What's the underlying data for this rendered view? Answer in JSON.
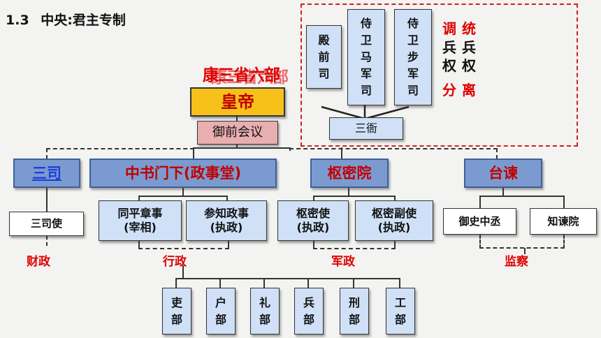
{
  "heading": {
    "number": "1.3",
    "title": "中央:君主专制"
  },
  "garbled_label": "康三省六部",
  "emperor": "皇帝",
  "council": "御前会议",
  "military_guards": [
    {
      "id": "dianqiansi",
      "chars": [
        "殿",
        "前",
        "司"
      ]
    },
    {
      "id": "shiweimajunsi",
      "chars": [
        "侍",
        "卫",
        "马",
        "军",
        "司"
      ]
    },
    {
      "id": "shiweibujunsi",
      "chars": [
        "侍",
        "卫",
        "步",
        "军",
        "司"
      ]
    }
  ],
  "three_yamen": "三衙",
  "principle": {
    "col1": [
      "调",
      "兵",
      "权",
      "分"
    ],
    "col2": [
      "统",
      "兵",
      "权",
      "离"
    ]
  },
  "departments": {
    "sansi": "三司",
    "zhongshu": "中书门下(政事堂)",
    "shumiyuan": "枢密院",
    "taijian": "台谏"
  },
  "officials": {
    "sansishi": "三司使",
    "tongpingzhangshi": {
      "line1": "同平章事",
      "line2": "(宰相)"
    },
    "canzhizhengshi": {
      "line1": "参知政事",
      "line2": "(执政)"
    },
    "shumishi": {
      "line1": "枢密使",
      "line2": "(执政)"
    },
    "shumifushi": {
      "line1": "枢密副使",
      "line2": "(执政)"
    },
    "yushizhongcheng": "御史中丞",
    "zhijianyuan": "知谏院"
  },
  "functions": {
    "finance": "财政",
    "admin": "行政",
    "military": "军政",
    "supervision": "监察"
  },
  "ministries": [
    {
      "id": "li-personnel",
      "chars": [
        "吏",
        "部"
      ]
    },
    {
      "id": "hu",
      "chars": [
        "户",
        "部"
      ]
    },
    {
      "id": "li-rites",
      "chars": [
        "礼",
        "部"
      ]
    },
    {
      "id": "bing",
      "chars": [
        "兵",
        "部"
      ]
    },
    {
      "id": "xing",
      "chars": [
        "刑",
        "部"
      ]
    },
    {
      "id": "gong",
      "chars": [
        "工",
        "部"
      ]
    }
  ],
  "colors": {
    "red": "#e00000",
    "main_blue": "#7b9bd0",
    "light_blue": "#cfe0f7",
    "gold": "#f6c11b",
    "council": "#e8aeb0"
  }
}
